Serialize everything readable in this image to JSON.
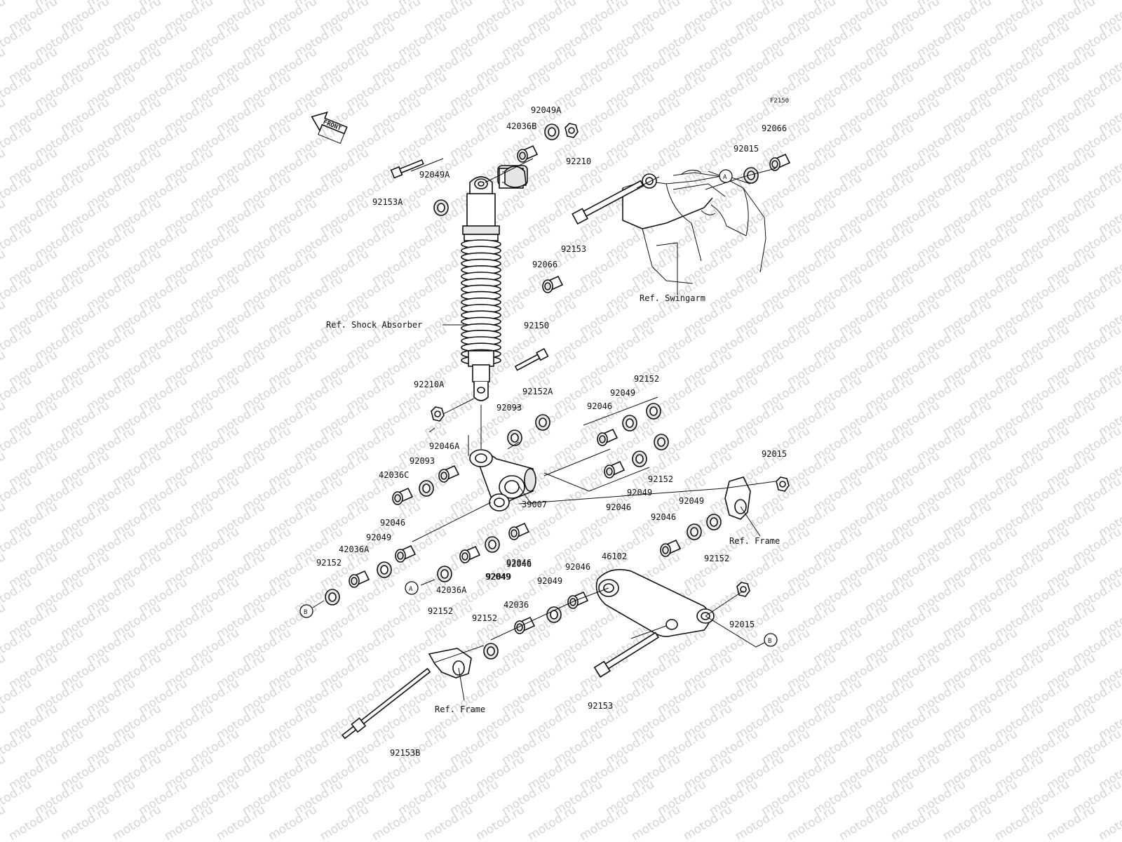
{
  "figure_code": "F2150",
  "watermark_text": "motod.ru",
  "front_arrow_label": "FRONT",
  "refs": {
    "shock_absorber": "Ref. Shock Absorber",
    "swingarm": "Ref. Swingarm",
    "frame_right": "Ref. Frame",
    "frame_bottom": "Ref. Frame"
  },
  "callouts": {
    "a": "A",
    "b": "B"
  },
  "part_labels": [
    "92049A",
    "42036B",
    "92210",
    "92066",
    "92015",
    "92049A",
    "92153A",
    "92153",
    "92066",
    "92150",
    "92210A",
    "92152A",
    "92093",
    "92152",
    "92049",
    "92046",
    "92046A",
    "92093",
    "42036C",
    "92152",
    "92049",
    "92046",
    "39007",
    "92015",
    "92049",
    "92046",
    "92046",
    "92152",
    "42036A",
    "92049",
    "92152",
    "92049",
    "92046",
    "46102",
    "92049",
    "92046",
    "42036A",
    "92152",
    "92046",
    "92049",
    "42036",
    "92152",
    "92015",
    "92153",
    "92153B"
  ]
}
